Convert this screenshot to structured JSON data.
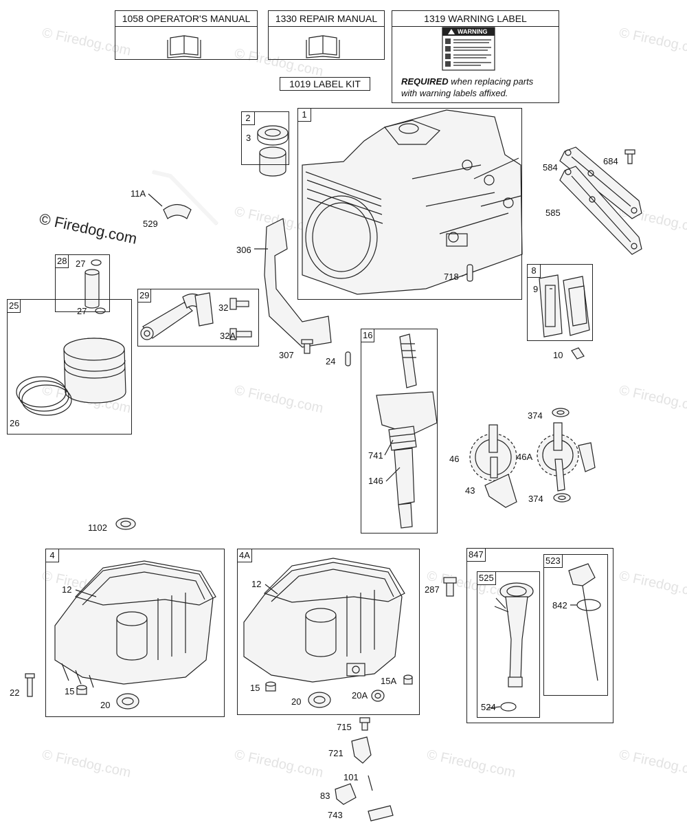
{
  "top": {
    "operators_manual": "1058 OPERATOR'S MANUAL",
    "repair_manual": "1330 REPAIR MANUAL",
    "warning_label": "1319 WARNING LABEL",
    "label_kit": "1019 LABEL KIT",
    "warning_sticker": "WARNING",
    "required_bold": "REQUIRED",
    "required_rest": " when replacing parts",
    "required_line2": "with warning labels affixed."
  },
  "watermark": {
    "big": "© Firedog.com",
    "faint": "© Firedog.com"
  },
  "group_tags": {
    "t1": "1",
    "t2": "2",
    "t8": "8",
    "t16": "16",
    "t25": "25",
    "t28": "28",
    "t29": "29",
    "t4": "4",
    "t4a": "4A",
    "t847": "847",
    "t525": "525",
    "t523": "523"
  },
  "callouts": {
    "c3": "3",
    "c11a": "11A",
    "c529": "529",
    "c306": "306",
    "c27a": "27",
    "c27b": "27",
    "c32": "32",
    "c32a": "32A",
    "c26": "26",
    "c307": "307",
    "c24": "24",
    "c718": "718",
    "c584": "584",
    "c684": "684",
    "c585": "585",
    "c9": "9",
    "c10": "10",
    "c741": "741",
    "c146": "146",
    "c374a": "374",
    "c46": "46",
    "c46a": "46A",
    "c43": "43",
    "c374b": "374",
    "c1102": "1102",
    "c12a": "12",
    "c22": "22",
    "c15": "15",
    "c20a": "20",
    "c12b": "12",
    "c15b": "15",
    "c20b": "20",
    "c20a2": "20A",
    "c15a": "15A",
    "c287": "287",
    "c842": "842",
    "c524": "524",
    "c715": "715",
    "c721": "721",
    "c101": "101",
    "c83": "83",
    "c743": "743"
  }
}
